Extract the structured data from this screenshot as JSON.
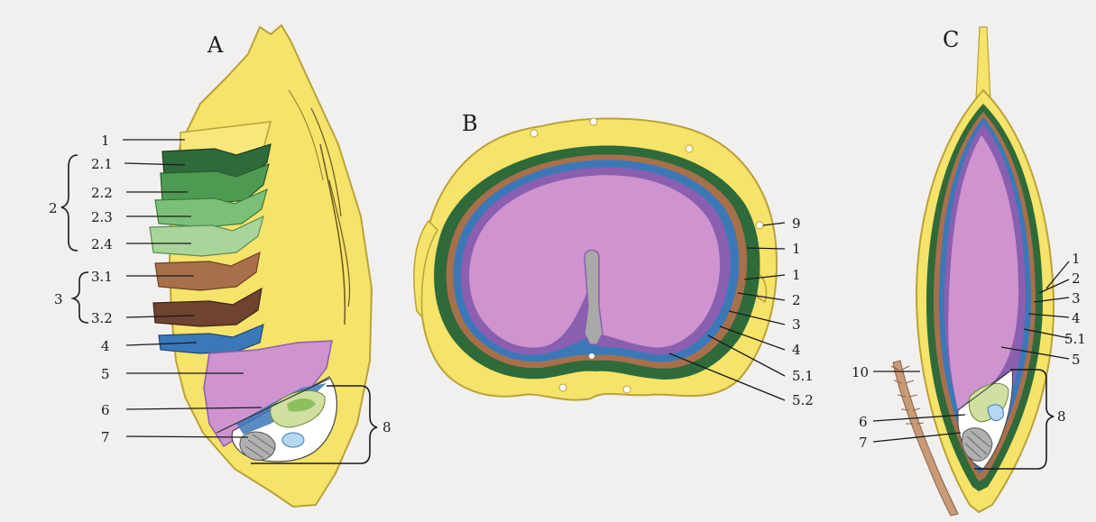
{
  "panels": {
    "A": "A",
    "B": "B",
    "C": "C"
  },
  "labels_a": {
    "l1": "1",
    "g2": "2",
    "l2_1": "2.1",
    "l2_2": "2.2",
    "l2_3": "2.3",
    "l2_4": "2.4",
    "g3": "3",
    "l3_1": "3.1",
    "l3_2": "3.2",
    "l4": "4",
    "l5": "5",
    "l6": "6",
    "l7": "7",
    "l8": "8"
  },
  "labels_b": {
    "l9": "9",
    "l1a": "1",
    "l1b": "1",
    "l2": "2",
    "l3": "3",
    "l4": "4",
    "l5_1": "5.1",
    "l5_2": "5.2"
  },
  "labels_c": {
    "l1": "1",
    "l2": "2",
    "l3": "3",
    "l4": "4",
    "l5_1": "5.1",
    "l5": "5",
    "l10": "10",
    "l6": "6",
    "l7": "7",
    "l8": "8"
  },
  "colors": {
    "husk_yellow": "#f5e36a",
    "husk_edge": "#b9a23a",
    "dark_green": "#2f6a3a",
    "mid_green": "#4f9a52",
    "light_green": "#7cbf78",
    "pale_green": "#a9d59a",
    "brown_light": "#a8704a",
    "brown_dark": "#6e4330",
    "blue": "#3b78b8",
    "endosperm_purple": "#cf93cf",
    "aleurone_purple": "#8a5fb0",
    "embryo_gray": "#a9a9a9"
  }
}
